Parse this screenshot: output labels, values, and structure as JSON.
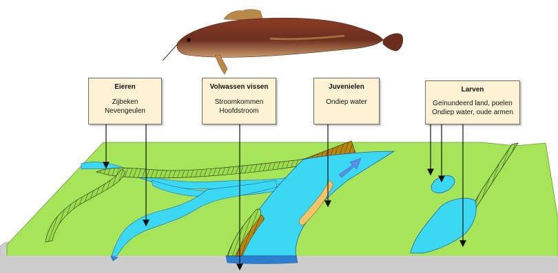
{
  "labels": [
    {
      "id": "eieren",
      "title": "Eieren",
      "lines": [
        "Zijbeken",
        "Nevengeulen"
      ]
    },
    {
      "id": "volwassen",
      "title": "Volwassen vissen",
      "lines": [
        "Stroomkommen",
        "Hoofdstroom"
      ]
    },
    {
      "id": "juvenielen",
      "title": "Juvenielen",
      "lines": [
        "Ondiep water"
      ]
    },
    {
      "id": "larven",
      "title": "Larven",
      "lines": [
        "Geïnundeerd land, poelen",
        "Ondiep water, oude armen"
      ]
    }
  ],
  "colors": {
    "land": "#a6e55a",
    "water": "#3ad8f2",
    "deep_water": "#2a7fd1",
    "ground": "#cfcfcf",
    "dike": "#9bdc4e",
    "bank": "#b8860b",
    "sandbar": "#f2c46b",
    "flow_arrow": "#5b8fe3",
    "fish": "#6b2e1e"
  },
  "icons": [
    "fish-image",
    "flow-arrow-icon"
  ]
}
